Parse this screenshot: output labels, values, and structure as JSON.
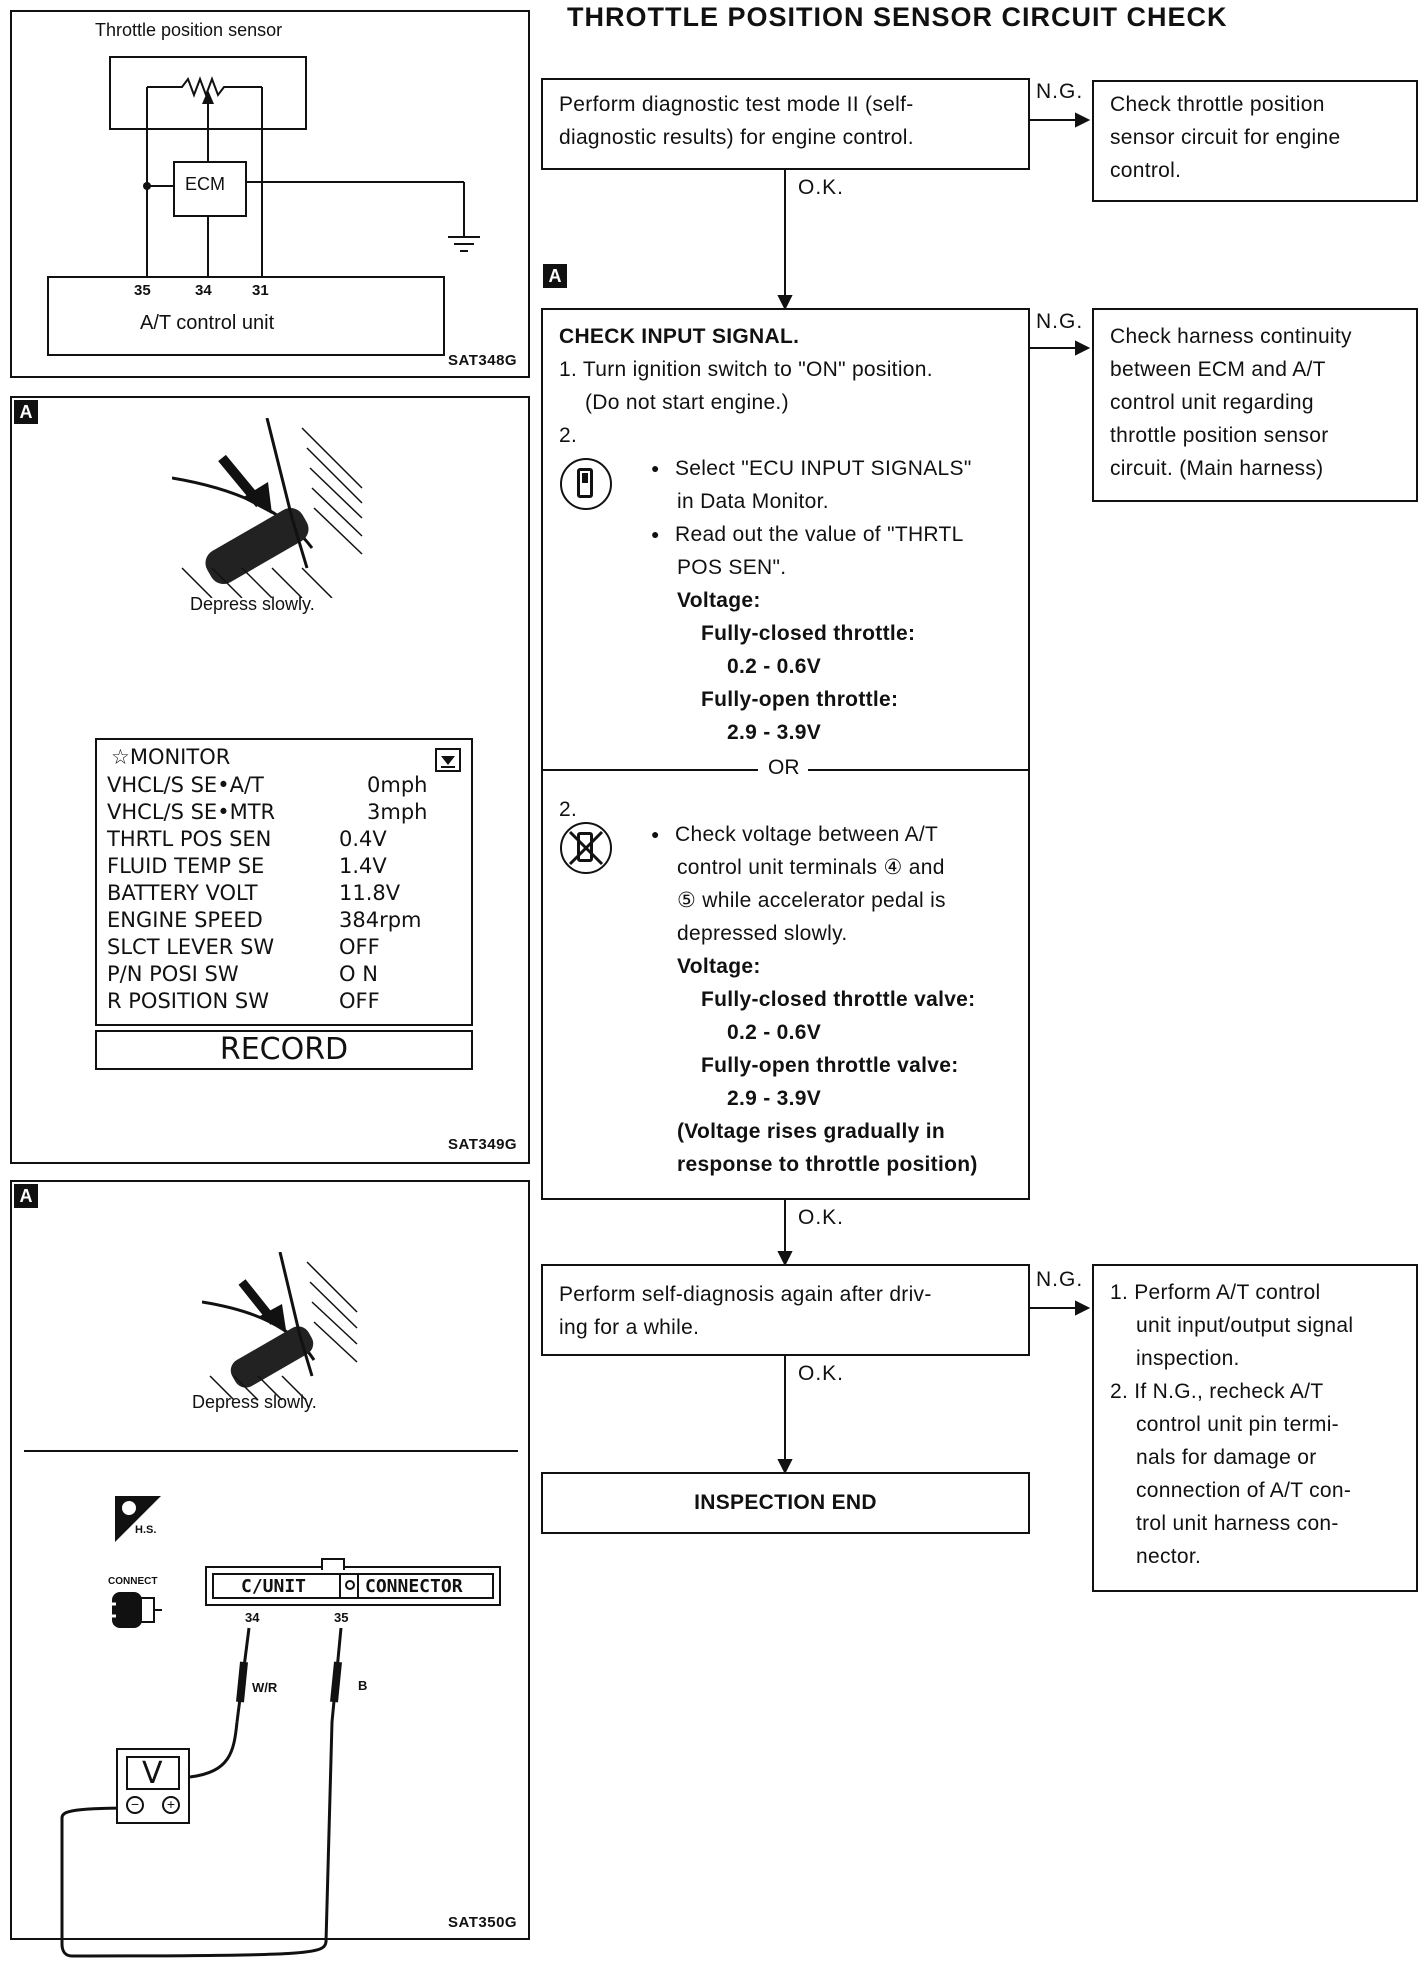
{
  "title": "THROTTLE POSITION SENSOR CIRCUIT CHECK",
  "figures": {
    "wiring": {
      "heading": "Throttle position sensor",
      "ecm": "ECM",
      "unit": "A/T control unit",
      "terminals": [
        "35",
        "34",
        "31"
      ],
      "code": "SAT348G"
    },
    "monitor_fig": {
      "tag": "A",
      "caption": "Depress slowly.",
      "header": "☆MONITOR",
      "rows": [
        {
          "k": "VHCL/S SE•A/T",
          "v": "0mph"
        },
        {
          "k": "VHCL/S SE•MTR",
          "v": "3mph"
        },
        {
          "k": "THRTL POS SEN",
          "v": "0.4V"
        },
        {
          "k": "FLUID TEMP SE",
          "v": "1.4V"
        },
        {
          "k": "BATTERY VOLT",
          "v": "11.8V"
        },
        {
          "k": "ENGINE SPEED",
          "v": "384rpm"
        },
        {
          "k": "SLCT LEVER SW",
          "v": "OFF"
        },
        {
          "k": "P/N POSI SW",
          "v": "O N"
        },
        {
          "k": "R POSITION SW",
          "v": "OFF"
        }
      ],
      "record": "RECORD",
      "code": "SAT349G"
    },
    "meter_fig": {
      "tag": "A",
      "caption": "Depress slowly.",
      "hs": "H.S.",
      "connect": "CONNECT",
      "cunit": "C/UNIT",
      "connector": "CONNECTOR",
      "pin1": "34",
      "pin2": "35",
      "wire1": "W/R",
      "wire2": "B",
      "meter": "V",
      "code": "SAT350G"
    }
  },
  "flow": {
    "step1": "Perform diagnostic test mode II (self-diagnostic results) for engine control.",
    "step1_lines": [
      "Perform diagnostic test mode II (self-",
      "diagnostic results) for engine control."
    ],
    "ng_label": "N.G.",
    "ok_label": "O.K.",
    "ng1_lines": [
      "Check throttle position",
      "sensor circuit for engine",
      "control."
    ],
    "tag": "A",
    "check_title": "CHECK INPUT SIGNAL.",
    "c1": "1. Turn ignition switch to \"ON\" position.",
    "c1b": "(Do not start engine.)",
    "c2": "2.",
    "c_sel1": "Select \"ECU INPUT SIGNALS\"",
    "c_sel2": "in Data Monitor.",
    "c_read1": "Read out the value of \"THRTL",
    "c_read2": "POS SEN\".",
    "voltage": "Voltage:",
    "closed": "Fully-closed throttle:",
    "closed_v": "0.2 - 0.6V",
    "open": "Fully-open throttle:",
    "open_v": "2.9 - 3.9V",
    "or": "OR",
    "d2": "2.",
    "d1": "Check voltage between A/T",
    "d2l": "control unit terminals ④ and",
    "d3": "⑤ while accelerator pedal is",
    "d4": "depressed slowly.",
    "closed_valve": "Fully-closed throttle valve:",
    "open_valve": "Fully-open throttle valve:",
    "rise1": "(Voltage rises gradually in",
    "rise2": "response to throttle position)",
    "ng2_lines": [
      "Check harness continuity",
      "between ECM and A/T",
      "control unit regarding",
      "throttle position sensor",
      "circuit. (Main harness)"
    ],
    "step3_lines": [
      "Perform self-diagnosis again after driv-",
      "ing for a while."
    ],
    "ng3_lines": [
      "1. Perform A/T control",
      "unit input/output signal",
      "inspection.",
      "2. If N.G., recheck A/T",
      "control unit pin termi-",
      "nals for damage or",
      "connection of A/T con-",
      "trol unit harness con-",
      "nector."
    ],
    "end": "INSPECTION END"
  }
}
